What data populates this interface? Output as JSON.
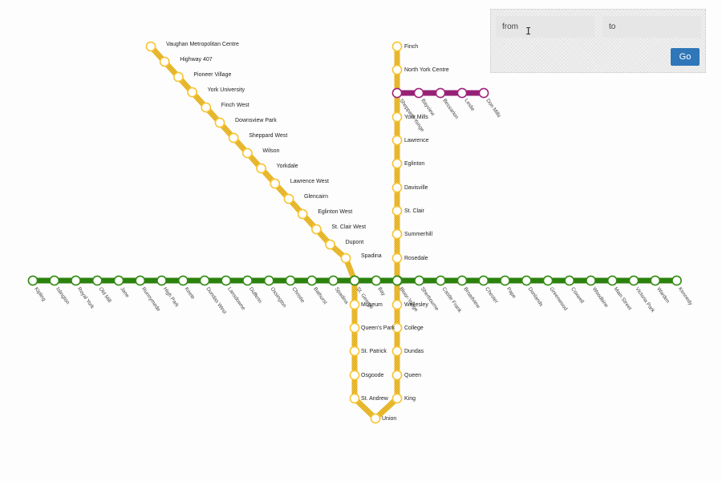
{
  "route_finder": {
    "from_placeholder": "from",
    "to_placeholder": "to",
    "go_label": "Go"
  },
  "colors": {
    "line1_yellow": "#f7c431",
    "line2_green": "#2f8a0e",
    "line4_purple": "#a0237d",
    "station_fill": "#ffffff",
    "go_button": "#2f77b8"
  },
  "lines": {
    "line1_west_branch": [
      "Vaughan Metropolitan Centre",
      "Highway 407",
      "Pioneer Village",
      "York University",
      "Finch West",
      "Downsview Park",
      "Sheppard West",
      "Wilson",
      "Yorkdale",
      "Lawrence West",
      "Glencairn",
      "Eglinton West",
      "St. Clair West",
      "Dupont",
      "Spadina",
      "St. George",
      "Museum",
      "Queen's Park",
      "St. Patrick",
      "Osgoode",
      "St. Andrew",
      "Union"
    ],
    "line1_east_branch": [
      "Finch",
      "North York Centre",
      "Sheppard-Yonge",
      "York Mills",
      "Lawrence",
      "Eglinton",
      "Davisville",
      "St. Clair",
      "Summerhill",
      "Rosedale",
      "Bloor-Yonge",
      "Wellesley",
      "College",
      "Dundas",
      "Queen",
      "King"
    ],
    "line2": [
      "Kipling",
      "Islington",
      "Royal York",
      "Old Mill",
      "Jane",
      "Runnymede",
      "High Park",
      "Keele",
      "Dundas West",
      "Lansdowne",
      "Dufferin",
      "Ossington",
      "Christie",
      "Bathurst",
      "Spadina",
      "St. George",
      "Bay",
      "Bloor-Yonge",
      "Sherbourne",
      "Castle Frank",
      "Broadview",
      "Chester",
      "Pape",
      "Donlands",
      "Greenwood",
      "Coxwell",
      "Woodbine",
      "Main Street",
      "Victoria Park",
      "Warden",
      "Kennedy"
    ],
    "line4": [
      "Sheppard-Yonge",
      "Bayview",
      "Bessarion",
      "Leslie",
      "Don Mills"
    ]
  }
}
